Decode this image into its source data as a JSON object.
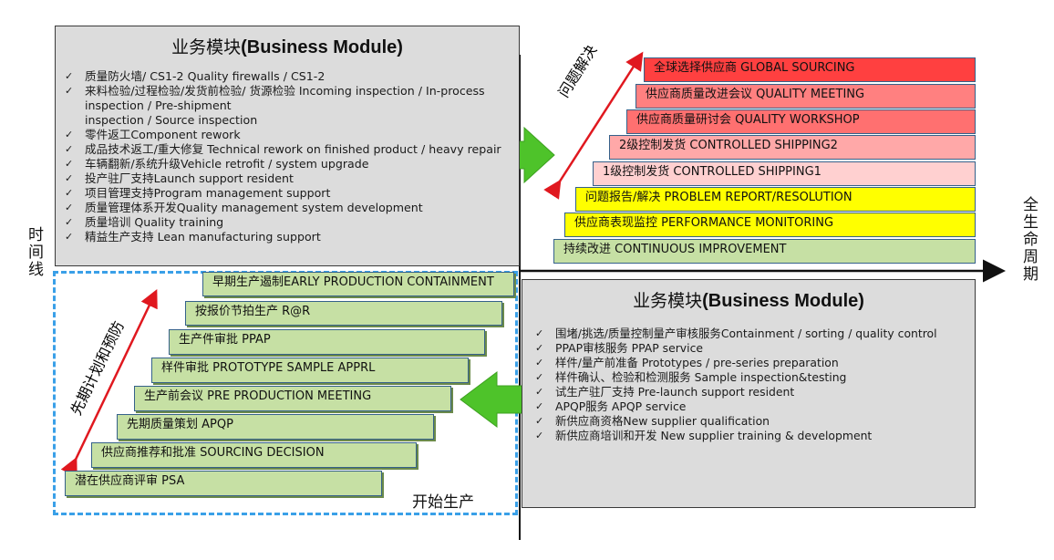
{
  "top_module": {
    "title_cn": "业务模块",
    "title_en": "(Business Module)",
    "items": [
      "质量防火墙/ CS1-2  Quality firewalls / CS1-2",
      "来料检验/过程检验/发货前检验/ 货源检验 Incoming inspection / In-process inspection / Pre-shipment",
      "inspection / Source inspection",
      " 零件返工Component rework",
      "成品技术返工/重大修复 Technical rework on finished product / heavy repair",
      "车辆翻新/系统升级Vehicle retrofit / system upgrade",
      " 投产驻厂支持Launch support resident",
      "项目管理支持Program management support",
      "质量管理体系开发Quality management system development",
      "质量培训 Quality training",
      "精益生产支持 Lean manufacturing support"
    ]
  },
  "bottom_module": {
    "title_cn": "业务模块",
    "title_en": "(Business Module)",
    "items": [
      "围堵/挑选/质量控制量产审核服务Containment / sorting / quality control",
      "PPAP审核服务 PPAP service",
      "样件/量产前准备  Prototypes / pre-series preparation",
      " 样件确认、检验和检测服务 Sample inspection&testing",
      " 试生产驻厂支持 Pre-launch support resident",
      " APQP服务 APQP service",
      "新供应商资格New supplier qualification",
      " 新供应商培训和开发 New supplier training & development"
    ]
  },
  "upper_steps": [
    {
      "label": "全球选择供应商 GLOBAL SOURCING",
      "color": "#ff4040"
    },
    {
      "label": "供应商质量改进会议 QUALITY MEETING",
      "color": "#ff8080"
    },
    {
      "label": "供应商质量研讨会 QUALITY WORKSHOP",
      "color": "#ff7070"
    },
    {
      "label": "2级控制发货 CONTROLLED SHIPPING2",
      "color": "#ffa8a8"
    },
    {
      "label": "1级控制发货 CONTROLLED SHIPPING1",
      "color": "#ffd0d0"
    },
    {
      "label": "问题报告/解决 PROBLEM REPORT/RESOLUTION",
      "color": "#ffff00"
    },
    {
      "label": "供应商表现监控 PERFORMANCE MONITORING",
      "color": "#ffff00"
    },
    {
      "label": "持续改进 CONTINUOUS IMPROVEMENT",
      "color": "#c6e0a4"
    }
  ],
  "lower_steps": [
    {
      "label": "早期生产遏制EARLY PRODUCTION CONTAINMENT"
    },
    {
      "label": "按报价节拍生产 R@R"
    },
    {
      "label": "生产件审批 PPAP"
    },
    {
      "label": "样件审批 PROTOTYPE SAMPLE APPRL"
    },
    {
      "label": "生产前会议 PRE PRODUCTION MEETING"
    },
    {
      "label": "先期质量策划 APQP"
    },
    {
      "label": "供应商推荐和批准 SOURCING DECISION"
    },
    {
      "label": "潜在供应商评审 PSA"
    }
  ],
  "labels": {
    "problem_solving": "问题解决",
    "advance_planning": "先期计划和预防",
    "timeline": "时间线",
    "lifecycle": "全生命周期",
    "start_production": "开始生产"
  },
  "colors": {
    "green_step": "#c6e0a4",
    "module_bg": "#dcdcdc",
    "arrow_green": "#4ec32a",
    "arrow_red": "#e0181f",
    "dashed_border": "#3aa0e8"
  }
}
